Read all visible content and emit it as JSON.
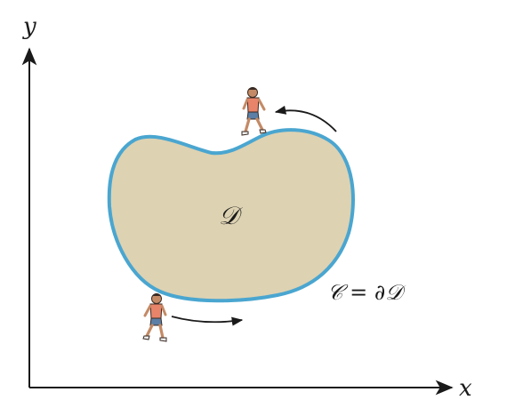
{
  "axes": {
    "x_label": "x",
    "y_label": "y"
  },
  "region": {
    "label": "𝒟",
    "fill_color": "#ddd2b2",
    "border_color": "#4aa6d0"
  },
  "boundary": {
    "label": "𝒞 = ∂𝒟"
  },
  "walkers": [
    {
      "icon": "walking-person-icon",
      "direction": "right"
    },
    {
      "icon": "walking-person-icon",
      "direction": "left"
    }
  ],
  "colors": {
    "axis": "#1a1a1a",
    "walker_shirt": "#e8846a",
    "walker_pants": "#5b7fa6",
    "walker_skin": "#c48a66"
  }
}
